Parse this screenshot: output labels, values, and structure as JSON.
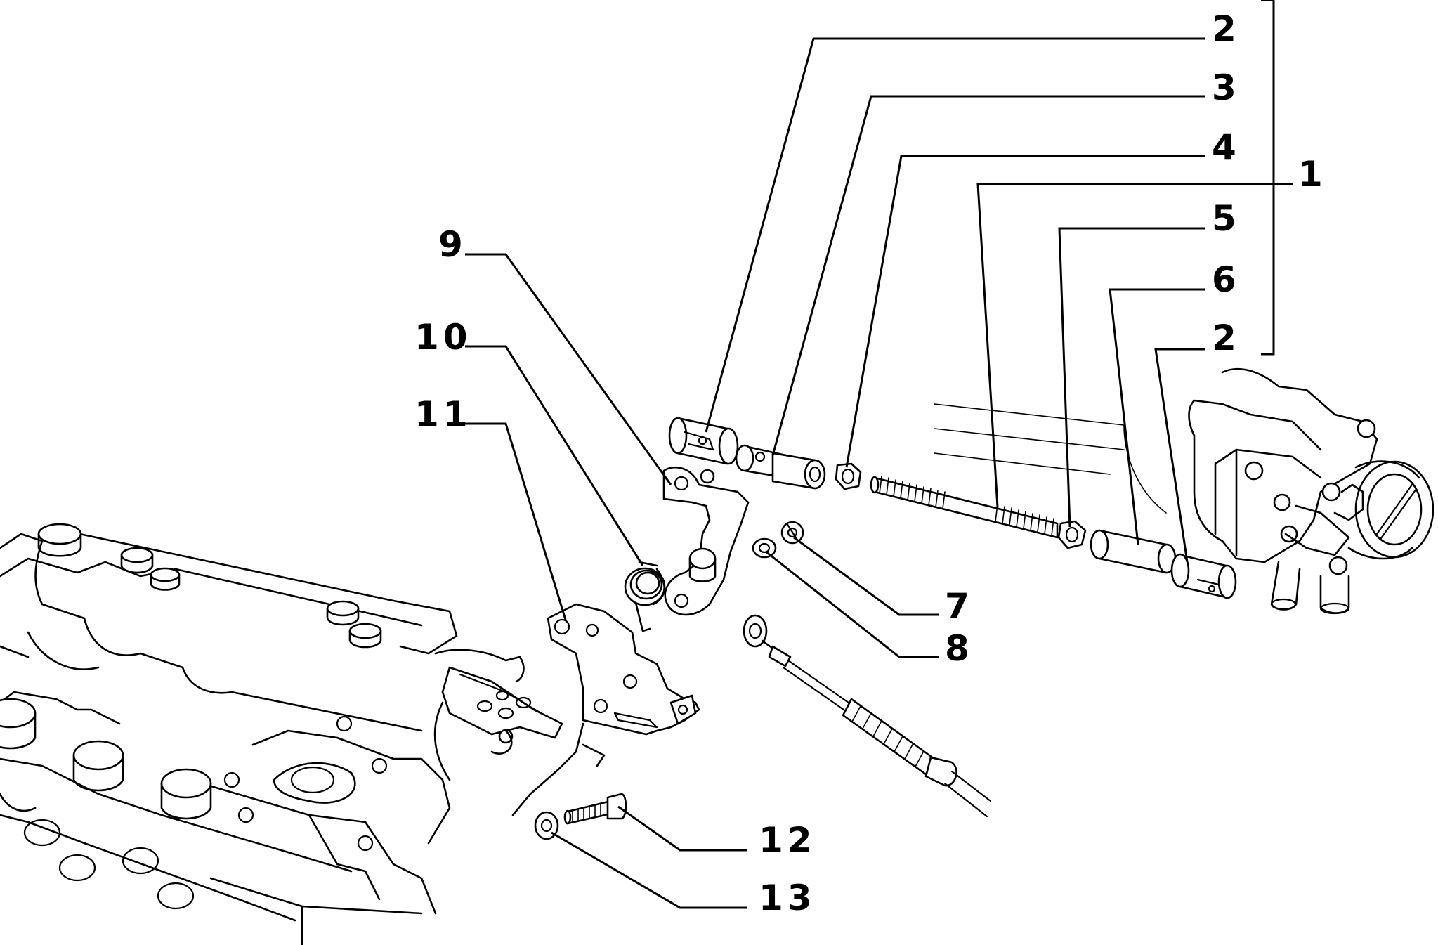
{
  "callouts": [
    {
      "id": "c2a",
      "label": "2"
    },
    {
      "id": "c3",
      "label": "3"
    },
    {
      "id": "c4",
      "label": "4"
    },
    {
      "id": "c1",
      "label": "1"
    },
    {
      "id": "c5",
      "label": "5"
    },
    {
      "id": "c6",
      "label": "6"
    },
    {
      "id": "c2b",
      "label": "2"
    },
    {
      "id": "c9",
      "label": "9"
    },
    {
      "id": "c10",
      "label": "10"
    },
    {
      "id": "c11",
      "label": "11"
    },
    {
      "id": "c7",
      "label": "7"
    },
    {
      "id": "c8",
      "label": "8"
    },
    {
      "id": "c12",
      "label": "12"
    },
    {
      "id": "c13",
      "label": "13"
    }
  ]
}
